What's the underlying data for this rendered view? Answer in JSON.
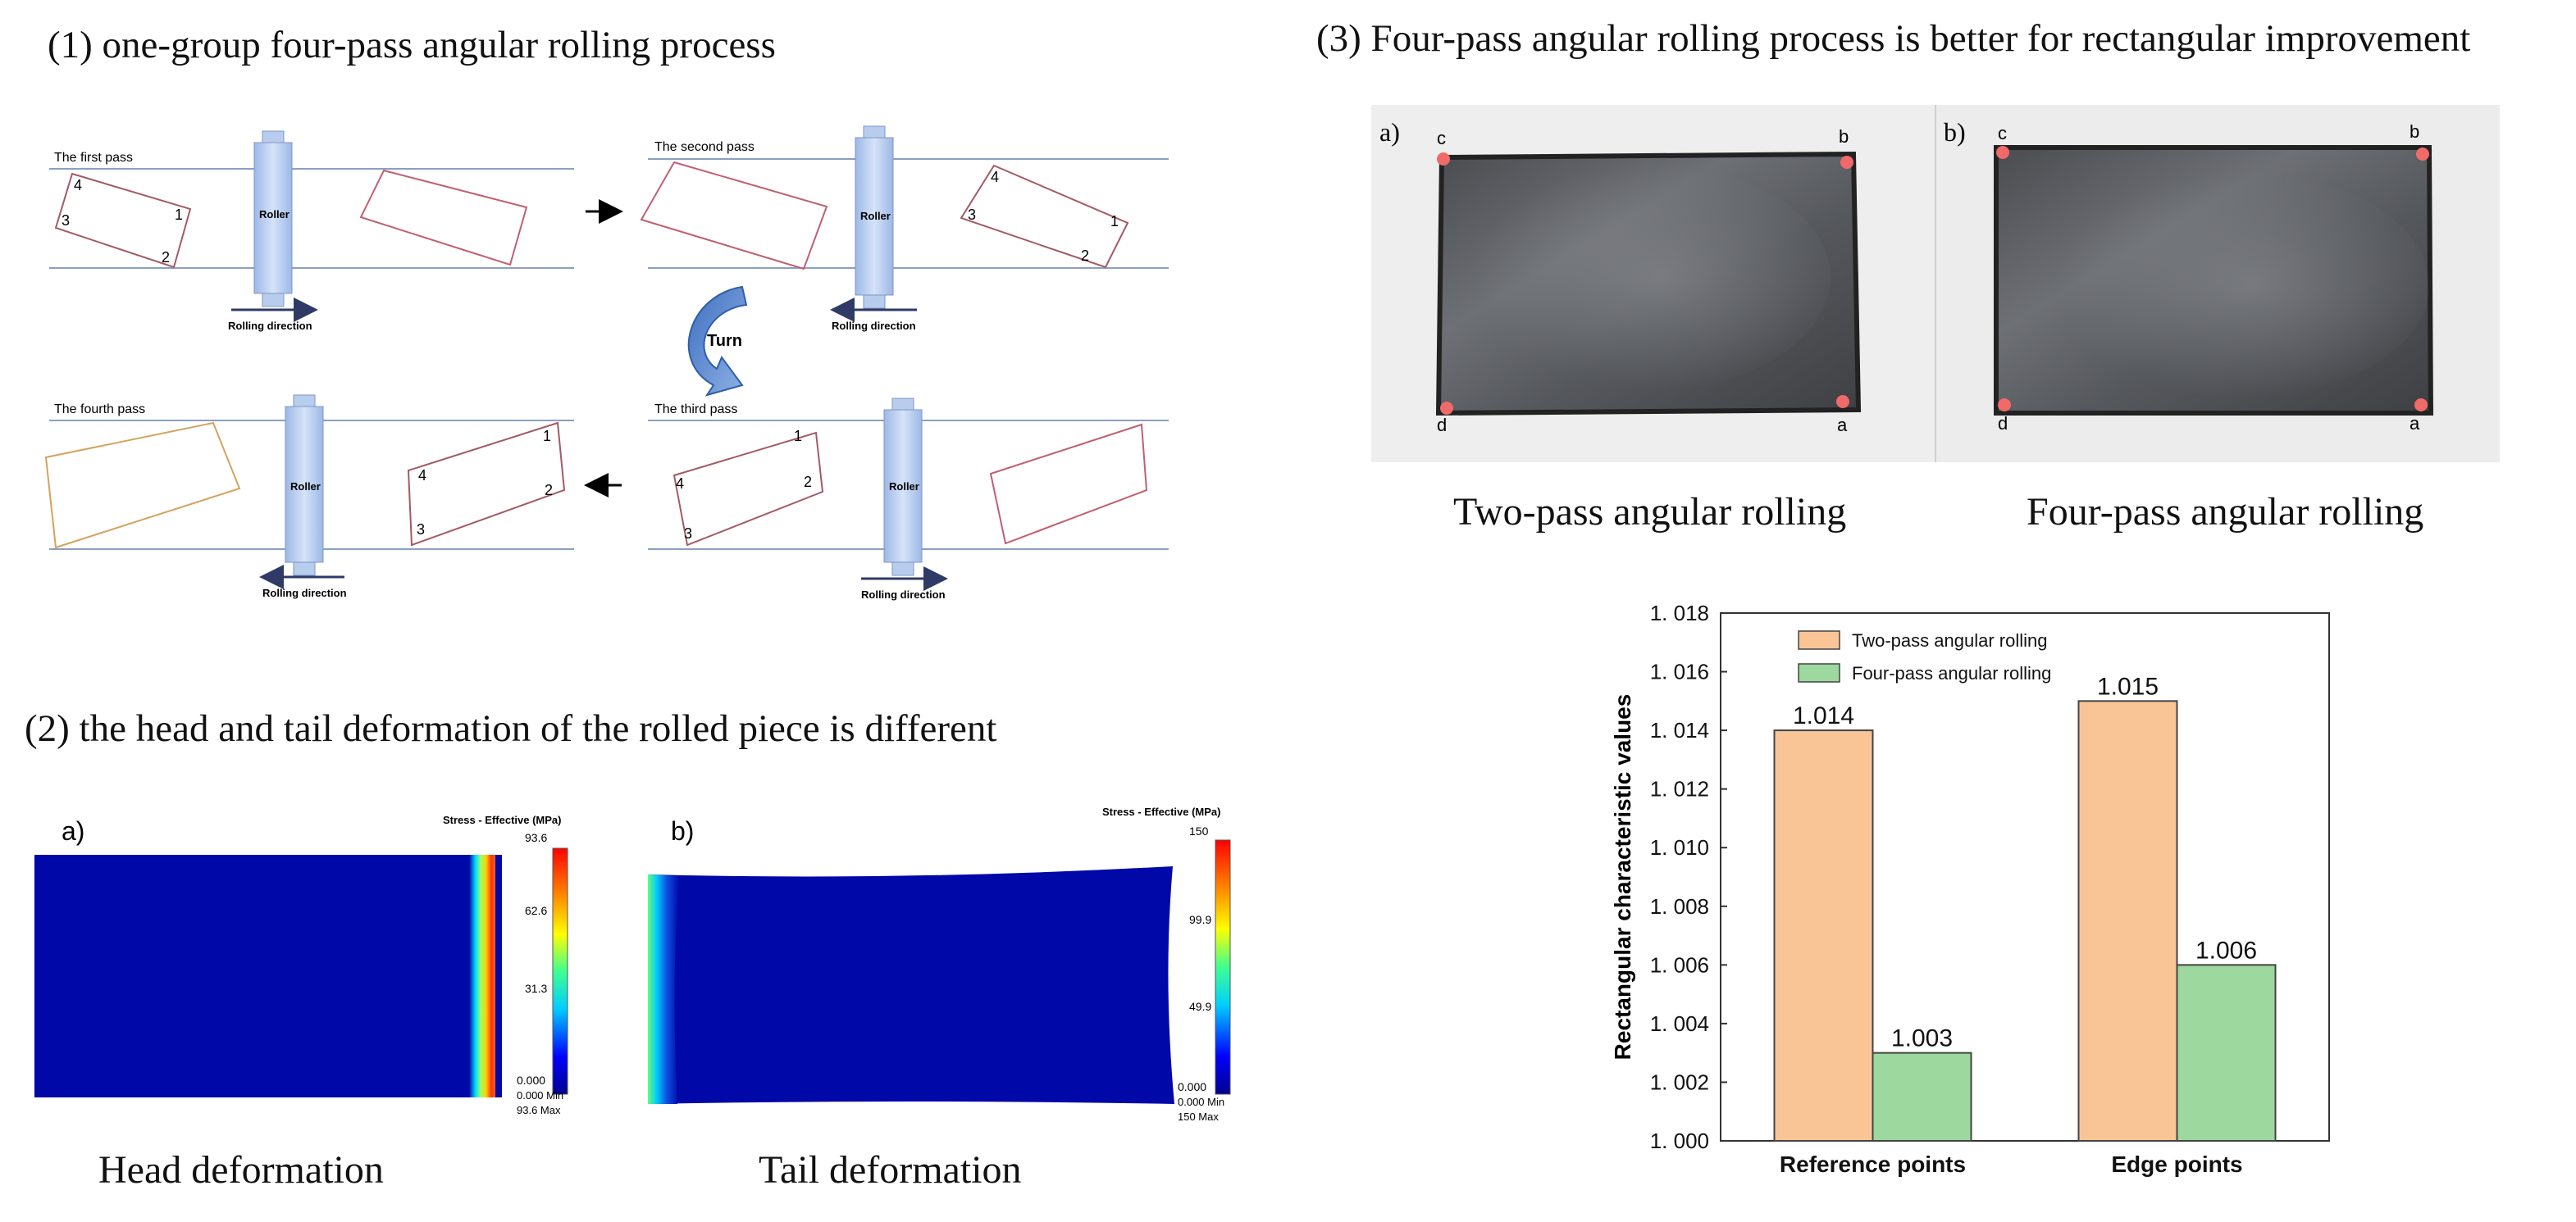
{
  "headings": {
    "h1": "(1) one-group four-pass angular rolling process",
    "h2": "(2) the head and tail deformation of the rolled piece is different",
    "h3": "(3) Four-pass angular rolling process is better for rectangular improvement"
  },
  "process": {
    "pass_labels": [
      "The first pass",
      "The second pass",
      "The third pass",
      "The fourth pass"
    ],
    "roller": "Roller",
    "rolling_direction": "Rolling direction",
    "turn": "Turn",
    "corner_numbers": [
      "1",
      "2",
      "3",
      "4"
    ]
  },
  "deformation": {
    "panel_a": "a)",
    "panel_b": "b)",
    "legend_title": "Stress - Effective (MPa)",
    "head": {
      "ticks": [
        "93.6",
        "62.6",
        "31.3",
        "0.000"
      ],
      "min_line": "0.000  Min",
      "max_line": "93.6  Max",
      "caption": "Head deformation"
    },
    "tail": {
      "ticks": [
        "150",
        "99.9",
        "49.9",
        "0.000"
      ],
      "min_line": "0.000  Min",
      "max_line": "150  Max",
      "caption": "Tail deformation"
    }
  },
  "photos": {
    "panel_a": "a)",
    "panel_b": "b)",
    "corners": [
      "a",
      "b",
      "c",
      "d"
    ],
    "caption_a": "Two-pass angular rolling",
    "caption_b": "Four-pass angular rolling"
  },
  "chart_data": {
    "type": "bar",
    "categories": [
      "Reference points",
      "Edge points"
    ],
    "series": [
      {
        "name": "Two-pass angular rolling",
        "values": [
          1.014,
          1.015
        ],
        "color": "#f9c597"
      },
      {
        "name": "Four-pass angular rolling",
        "values": [
          1.003,
          1.006
        ],
        "color": "#9dd89f"
      }
    ],
    "value_labels": [
      [
        "1.014",
        "1.015"
      ],
      [
        "1.003",
        "1.006"
      ]
    ],
    "ylabel": "Rectangular characteristic values",
    "ylim": [
      1.0,
      1.018
    ],
    "yticks": [
      "1.000",
      "1.002",
      "1.004",
      "1.006",
      "1.008",
      "1.010",
      "1.012",
      "1.014",
      "1.016",
      "1.018"
    ],
    "legend_position": "top-left",
    "grid": false
  }
}
